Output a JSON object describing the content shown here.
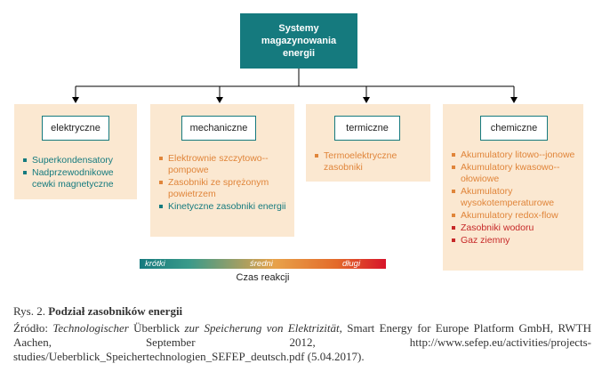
{
  "root": {
    "label": "Systemy magazynowania energii"
  },
  "categories": [
    {
      "title": "elektryczne",
      "items": [
        {
          "text": "Superkondensatory",
          "color": "teal"
        },
        {
          "text": "Nadprzewodnikowe cewki magnetyczne",
          "color": "teal"
        }
      ]
    },
    {
      "title": "mechaniczne",
      "items": [
        {
          "text": "Elektrownie szczytowo--pompowe",
          "color": "orange"
        },
        {
          "text": "Zasobniki ze sprężonym powietrzem",
          "color": "orange"
        },
        {
          "text": "Kinetyczne zasobniki energii",
          "color": "teal"
        }
      ]
    },
    {
      "title": "termiczne",
      "items": [
        {
          "text": "Termoelektryczne zasobniki",
          "color": "orange"
        }
      ]
    },
    {
      "title": "chemiczne",
      "items": [
        {
          "text": "Akumulatory litowo--jonowe",
          "color": "orange"
        },
        {
          "text": "Akumulatory kwasowo--ołowiowe",
          "color": "orange"
        },
        {
          "text": "Akumulatory wysokotemperaturowe",
          "color": "orange"
        },
        {
          "text": "Akumulatory redox-flow",
          "color": "orange"
        },
        {
          "text": "Zasobniki wodoru",
          "color": "red"
        },
        {
          "text": "Gaz ziemny",
          "color": "red"
        }
      ]
    }
  ],
  "scale": {
    "labels": [
      "krótki",
      "średni",
      "długi"
    ],
    "title": "Czas reakcji"
  },
  "caption": {
    "prefix": "Rys. 2.",
    "title": "Podział zasobników energii"
  },
  "source": {
    "label": "Źródło:",
    "italic1": "Technologischer",
    "plain1": "Überblick",
    "italic2": "zur Speicherung von Elektrizität",
    "rest": ", Smart Energy for Europe Platform GmbH, RWTH Aachen, September 2012, http://www.sefep.eu/activities/projects-studies/Ueberblick_Speichertechnologien_SEFEP_deutsch.pdf (5.04.2017)."
  },
  "colors": {
    "teal": "#157a7e",
    "orange": "#e0853a",
    "red": "#c62828"
  }
}
